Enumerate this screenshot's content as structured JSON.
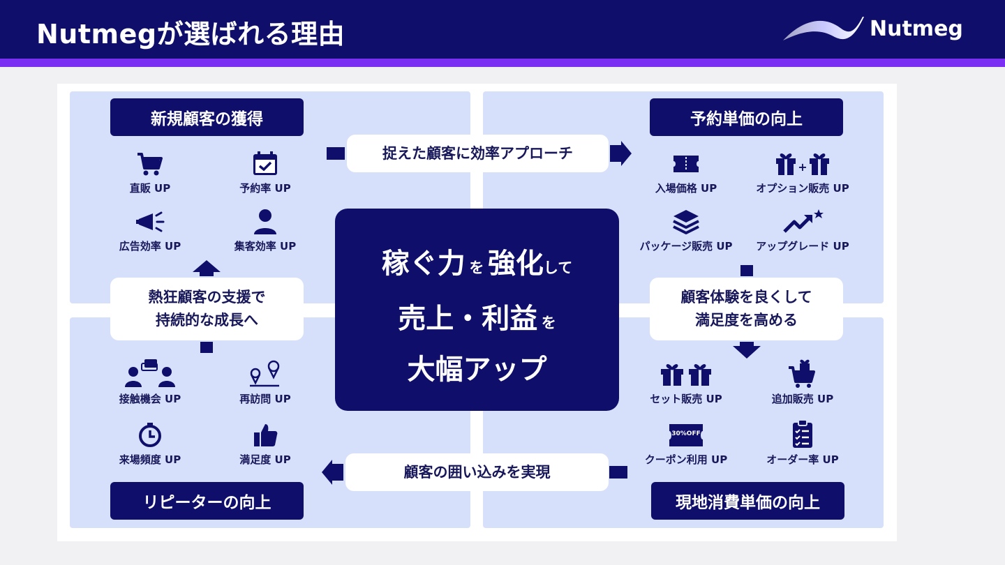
{
  "header": {
    "title": "Nutmegが選ばれる理由",
    "logo_text": "Nutmeg"
  },
  "colors": {
    "navy": "#0f0f6b",
    "accent_purple": "#7b2ff2",
    "quad_bg": "#d6e0fb"
  },
  "quadrants": {
    "top_left": {
      "title": "新規顧客の獲得",
      "items": [
        {
          "label": "直販 UP",
          "icon": "shopping-cart-icon"
        },
        {
          "label": "予約率 UP",
          "icon": "calendar-check-icon"
        },
        {
          "label": "広告効率 UP",
          "icon": "megaphone-icon"
        },
        {
          "label": "集客効率 UP",
          "icon": "person-icon"
        }
      ]
    },
    "top_right": {
      "title": "予約単価の向上",
      "items": [
        {
          "label": "入場価格 UP",
          "icon": "ticket-icon"
        },
        {
          "label": "オプション販売 UP",
          "icon": "gift-plus-gift-icon"
        },
        {
          "label": "パッケージ販売 UP",
          "icon": "layers-icon"
        },
        {
          "label": "アップグレード UP",
          "icon": "trend-up-star-icon"
        }
      ]
    },
    "bottom_left": {
      "title": "リピーターの向上",
      "items": [
        {
          "label": "接触機会 UP",
          "icon": "people-chat-icon"
        },
        {
          "label": "再訪問 UP",
          "icon": "location-pins-icon"
        },
        {
          "label": "来場頻度 UP",
          "icon": "clock-icon"
        },
        {
          "label": "満足度 UP",
          "icon": "thumbs-up-icon"
        }
      ]
    },
    "bottom_right": {
      "title": "現地消費単価の向上",
      "items": [
        {
          "label": "セット販売 UP",
          "icon": "two-gifts-icon"
        },
        {
          "label": "追加販売 UP",
          "icon": "cart-plus-icon"
        },
        {
          "label": "クーポン利用 UP",
          "icon": "coupon-icon",
          "badge": "30%OFF"
        },
        {
          "label": "オーダー率 UP",
          "icon": "clipboard-list-icon"
        }
      ]
    }
  },
  "connectors": {
    "top": "捉えた顧客に効率アプローチ",
    "bottom": "顧客の囲い込みを実現",
    "left_line1": "熱狂顧客の支援で",
    "left_line2": "持続的な成長へ",
    "right_line1": "顧客体験を良くして",
    "right_line2": "満足度を高める"
  },
  "center": {
    "l1a": "稼ぐ力",
    "l1b": "を",
    "l1c": "強化",
    "l1d": "して",
    "l2a": "売上・利益",
    "l2b": "を",
    "l3": "大幅アップ"
  }
}
